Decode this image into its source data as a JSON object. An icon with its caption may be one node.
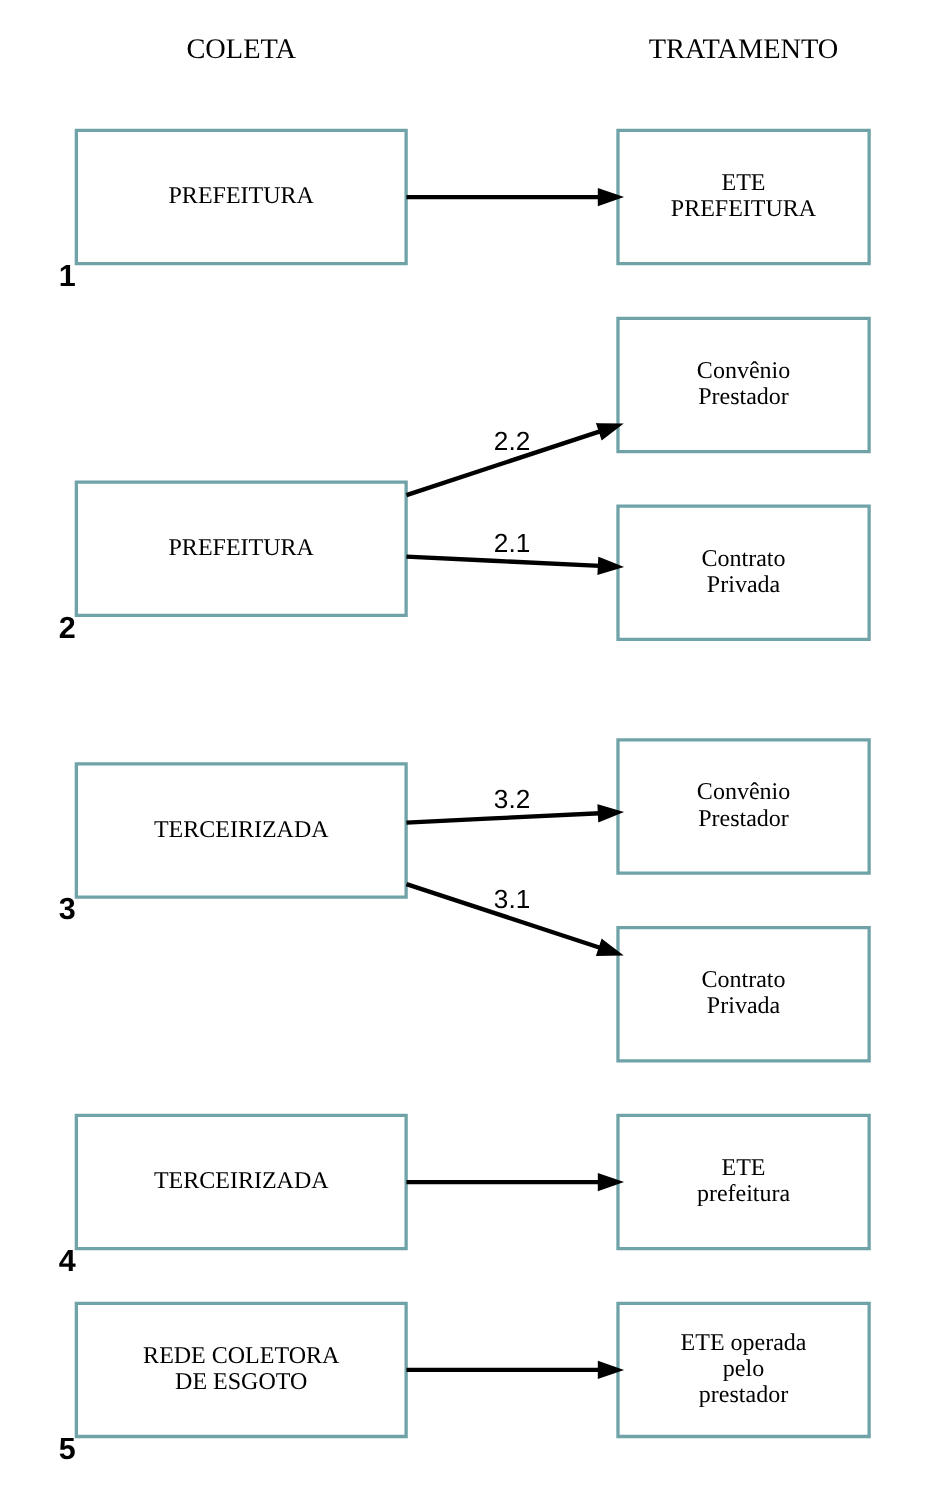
{
  "diagram": {
    "nodes": [
      {
        "text": [
          "PREFEITURA"
        ],
        "beside": [
          "1"
        ]
      },
      {
        "text": [
          "ETE PREFEITURA"
        ]
      },
      {
        "text": [
          "PREFEITURA"
        ],
        "beside": [
          "2"
        ]
      },
      {
        "text": [
          "Contrato Privada"
        ]
      },
      {
        "text": [
          "Convênio Prestador"
        ]
      },
      {
        "text": [
          "TERCEIRIZADA"
        ],
        "beside": [
          "3"
        ]
      },
      {
        "text": [
          "Contrato Privada"
        ]
      },
      {
        "text": [
          "Convênio Prestador"
        ]
      },
      {
        "text": [
          "TERCEIRIZADA"
        ],
        "beside": [
          "4"
        ]
      },
      {
        "text": [
          "ETE prefeitura"
        ]
      },
      {
        "text": [
          "REDE COLETORA DE ESGOTO"
        ],
        "beside": [
          "5"
        ]
      },
      {
        "text": [
          "ETE operada pelo prestador"
        ]
      }
    ],
    "edges": [
      {
        "from": 0,
        "to": 1,
        "arrow": "to"
      },
      {
        "from": 2,
        "to": 3,
        "arrow": "to",
        "label": "2.1"
      },
      {
        "from": 2,
        "to": 4,
        "arrow": "to",
        "label": "2.2"
      },
      {
        "from": 5,
        "to": 6,
        "arrow": "to",
        "label": "3.1"
      },
      {
        "from": 5,
        "to": 7,
        "arrow": "to",
        "label": "3.2"
      },
      {
        "from": 8,
        "to": 9,
        "arrow": "to"
      },
      {
        "from": 10,
        "to": 11,
        "arrow": "to"
      }
    ],
    "labels": [
      "COLETA",
      "TRATAMENTO"
    ]
  }
}
